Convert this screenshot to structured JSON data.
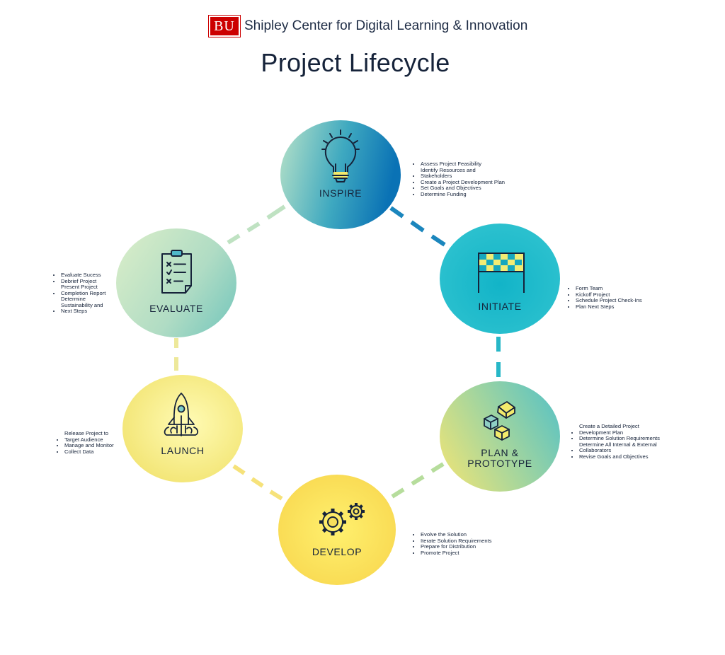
{
  "header": {
    "logo_text": "BU",
    "org_name": "Shipley Center for Digital Learning & Innovation",
    "logo_color": "#cc0000"
  },
  "title": "Project Lifecycle",
  "colors": {
    "inspire": [
      "#b4e0c6",
      "#0b7db8"
    ],
    "initiate": [
      "#18b8cc",
      "#3cc8d2"
    ],
    "plan": [
      "#e8e47a",
      "#74cbc1"
    ],
    "develop": [
      "#fff27a",
      "#f7d64a"
    ],
    "launch": [
      "#fff8a6",
      "#f4e46c"
    ],
    "evaluate": [
      "#cfe9c9",
      "#86cdbe"
    ],
    "text": "#16233a"
  },
  "stages": {
    "inspire": {
      "label": "INSPIRE",
      "icon": "lightbulb-icon",
      "tasks": [
        "Assess Project Feasibility",
        "Identify Resources and Stakeholders",
        "Create a Project Development Plan",
        "Set Goals and Objectives",
        "Determine Funding"
      ]
    },
    "initiate": {
      "label": "INITIATE",
      "icon": "checkered-banner-icon",
      "tasks": [
        "Form Team",
        "Kickoff Project",
        "Schedule Project Check-Ins",
        "Plan Next Steps"
      ]
    },
    "plan": {
      "label_line1": "PLAN &",
      "label_line2": "PROTOTYPE",
      "icon": "cubes-icon",
      "tasks": [
        "Create a Detailed Project Development Plan",
        "Determine Solution Requirements",
        "Determine All Internal & External Collaborators",
        "Revise Goals and Objectives"
      ]
    },
    "develop": {
      "label": "DEVELOP",
      "icon": "gears-icon",
      "tasks": [
        "Evolve the Solution",
        "Iterate Solution Requirements",
        "Prepare for Distribution",
        "Promote Project"
      ]
    },
    "launch": {
      "label": "LAUNCH",
      "icon": "rocket-icon",
      "tasks": [
        "Release Project to Target Audience",
        "Manage and Monitor",
        "Collect Data"
      ]
    },
    "evaluate": {
      "label": "EVALUATE",
      "icon": "checklist-clipboard-icon",
      "tasks": [
        "Evaluate Sucess",
        "Debrief Project",
        "Present Project Completion Report",
        "Determine Sustainability and Next Steps"
      ]
    }
  }
}
